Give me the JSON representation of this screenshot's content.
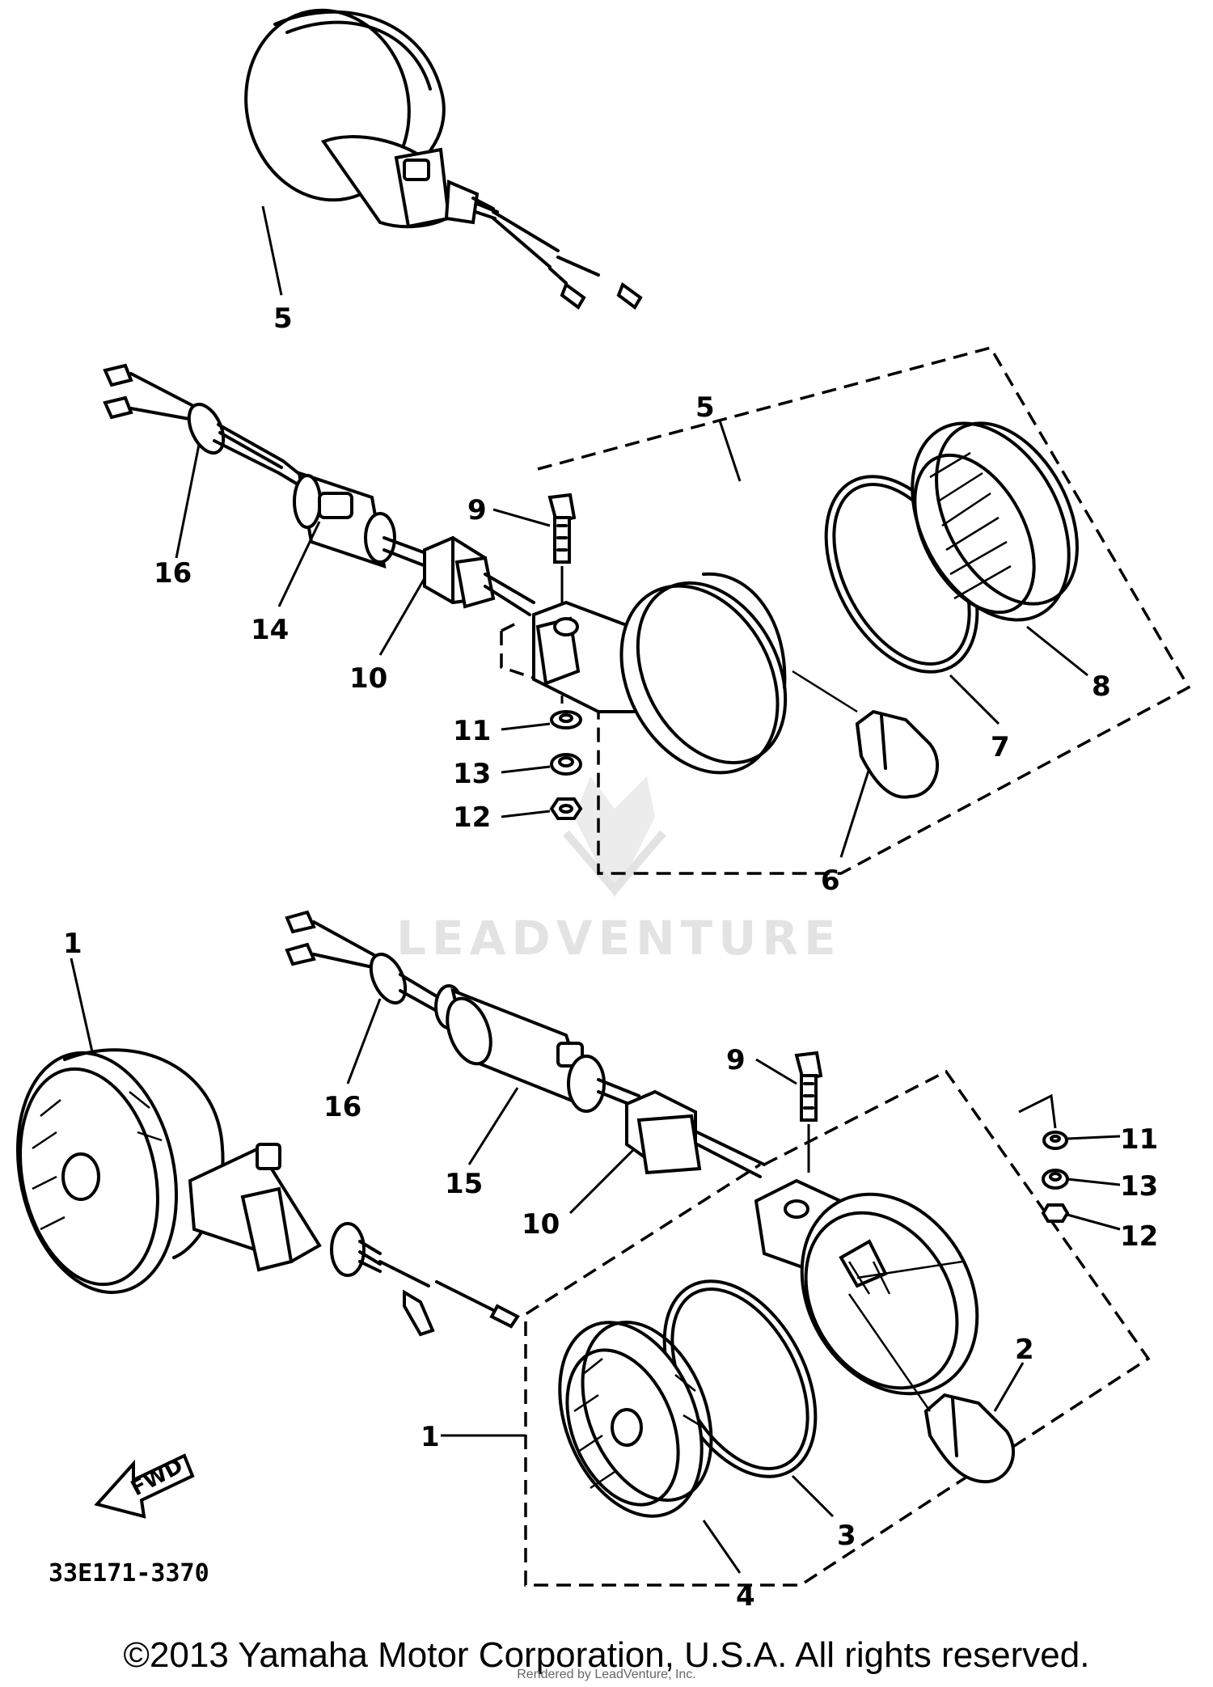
{
  "watermark": "LEADVENTURE",
  "diagram_code": "33E171-3370",
  "fwd_label": "FWD",
  "copyright": "©2013 Yamaha Motor Corporation, U.S.A. All rights reserved.",
  "footer_note": "Rendered by LeadVenture, Inc.",
  "callouts": {
    "c1_top": "1",
    "c1_side": "1",
    "c2": "2",
    "c3": "3",
    "c4": "4",
    "c5_top": "5",
    "c5_mid": "5",
    "c6": "6",
    "c7": "7",
    "c8": "8",
    "c9_a": "9",
    "c9_b": "9",
    "c10_a": "10",
    "c10_b": "10",
    "c11_a": "11",
    "c11_b": "11",
    "c12_a": "12",
    "c12_b": "12",
    "c13_a": "13",
    "c13_b": "13",
    "c14": "14",
    "c15": "15",
    "c16_a": "16",
    "c16_b": "16"
  }
}
